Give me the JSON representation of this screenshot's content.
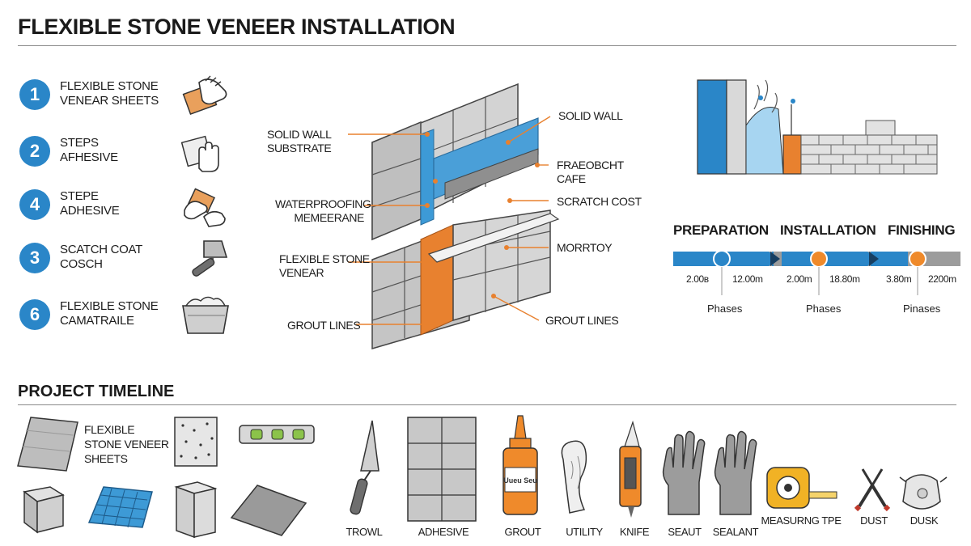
{
  "header": {
    "title": "FLEXIBLE STONE VENEER INSTALLATION"
  },
  "steps": [
    {
      "number": "1",
      "label_line1": "FLEXIBLE STONE",
      "label_line2": "VENEAR SHEETS",
      "icon": "hand-sheet-icon"
    },
    {
      "number": "2",
      "label_line1": "STEPS",
      "label_line2": "AFHESIVE",
      "icon": "hand-pressing-sheet-icon"
    },
    {
      "number": "4",
      "label_line1": "STEPE",
      "label_line2": "ADHESIVE",
      "icon": "hands-applying-icon"
    },
    {
      "number": "3",
      "label_line1": "SCATCH COAT",
      "label_line2": "COSCH",
      "icon": "trowel-icon"
    },
    {
      "number": "6",
      "label_line1": "FLEXIBLE STONE",
      "label_line2": "CAMATRAILE",
      "icon": "mortar-bucket-icon"
    }
  ],
  "diagram": {
    "labels_left": {
      "substrate_1": "SOLID WALL",
      "substrate_2": "SUBSTRATE",
      "membrane_1": "WATERPROOFING",
      "membrane_2": "MEMEERANE",
      "veneer_1": "FLEXIBLE STONE",
      "veneer_2": "VENEAR",
      "grout": "GROUT LINES"
    },
    "labels_right": {
      "solid_wall": "SOLID WALL",
      "coat_1": "FRAEOBCHT",
      "coat_2": "CAFE",
      "scratch": "SCRATCH COST",
      "mortar": "MORRTOY",
      "grout": "GROUT LINES"
    },
    "colors": {
      "membrane": "#3d9ad6",
      "mortar": "#e8812f",
      "brick": "#c9c9c9"
    }
  },
  "timeline": {
    "phases": [
      {
        "name": "PREPARATION",
        "start": "2.00в",
        "end": "12.00m",
        "caption": "Phases",
        "color": "#2a86c8"
      },
      {
        "name": "INSTALLATION",
        "start": "2.00m",
        "end": "18.80m",
        "caption": "Phases",
        "color": "#ef8a2b"
      },
      {
        "name": "FINISHING",
        "start": "3.80m",
        "end": "2200m",
        "caption": "Pinases",
        "color": "#ef8a2b"
      }
    ]
  },
  "project": {
    "section_title": "PROJECT TIMELINE",
    "materials_label_1": "FLEXIBLE",
    "materials_label_2": "STONE VENEER",
    "materials_label_3": "SHEETS",
    "tools": [
      {
        "label": "TROWL",
        "icon": "trowel-icon"
      },
      {
        "label": "ADHESIVE",
        "icon": "adhesive-tile-icon"
      },
      {
        "label": "GROUT",
        "icon": "glue-bottle-icon"
      },
      {
        "label": "UTILITY",
        "icon": "cloth-icon"
      },
      {
        "label": "KNIFE",
        "icon": "utility-knife-icon"
      },
      {
        "label": "SEAUT",
        "icon": "glove-icon"
      },
      {
        "label": "SEALANT",
        "icon": "glove-icon"
      },
      {
        "label": "MEASURNG TPE",
        "icon": "tape-measure-icon"
      },
      {
        "label": "DUST",
        "icon": "pliers-icon"
      },
      {
        "label": "DUSK",
        "icon": "dust-mask-icon"
      }
    ],
    "bottle_text": "Uueu Seu"
  }
}
